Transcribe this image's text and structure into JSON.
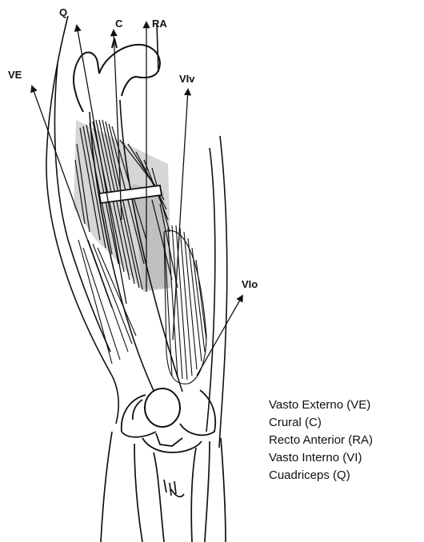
{
  "labels": {
    "q": "Q",
    "c": "C",
    "ra": "RA",
    "ve": "VE",
    "viv": "VIv",
    "vio": "VIo"
  },
  "legend": [
    "Vasto Externo (VE)",
    "Crural (C)",
    "Recto Anterior (RA)",
    "Vasto Interno (VI)",
    "Cuadriceps (Q)"
  ],
  "colors": {
    "ink": "#111111",
    "shading": "#bdbdbd",
    "background": "#ffffff"
  }
}
